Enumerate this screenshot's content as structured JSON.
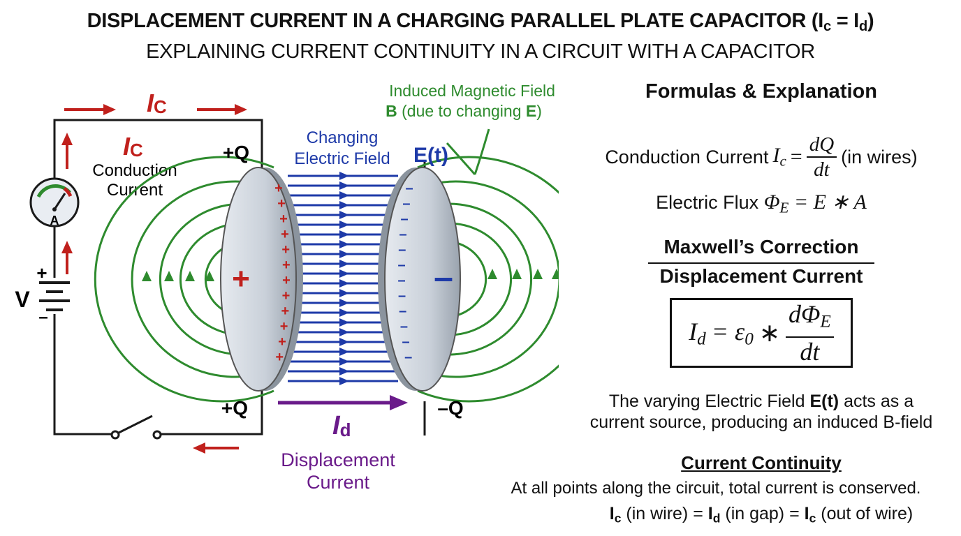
{
  "title": {
    "main": "DISPLACEMENT CURRENT IN A CHARGING PARALLEL PLATE CAPACITOR (I",
    "main_sub1": "c",
    "main_eq": " = I",
    "main_sub2": "d",
    "main_close": ")",
    "subtitle": "EXPLAINING CURRENT CONTINUITY IN A CIRCUIT WITH A CAPACITOR"
  },
  "circuit": {
    "ic_symbol": "I",
    "ic_sub": "C",
    "conduction_line1": "Conduction",
    "conduction_line2": "Current",
    "ammeter": "A",
    "battery_label": "V",
    "battery_plus": "+",
    "battery_minus": "–",
    "plus_q_top": "+Q",
    "plus_q_bottom": "+Q",
    "minus_q": "–Q",
    "efield_line1": "Changing",
    "efield_line2": "Electric Field",
    "efield_symbol": "E(t)",
    "bfield_line1": "Induced Magnetic Field",
    "bfield_line2_b": "B",
    "bfield_line2_mid": " (due to changing ",
    "bfield_line2_e": "E",
    "bfield_line2_end": ")",
    "id_symbol": "I",
    "id_sub": "d",
    "displacement_line1": "Displacement",
    "displacement_line2": "Current",
    "plate_plus": "+",
    "plate_minus": "–",
    "charge_plus": "+",
    "charge_minus": "–"
  },
  "formulas": {
    "heading": "Formulas & Explanation",
    "conduction_label": "Conduction Current",
    "conduction_lhs": "I",
    "conduction_lhs_sub": "c",
    "equals": "=",
    "conduction_num": "dQ",
    "conduction_den": "dt",
    "conduction_note": "(in wires)",
    "flux_label": "Electric Flux",
    "flux_expr": "Φ",
    "flux_sub": "E",
    "flux_rhs": "= E ∗ A",
    "maxwell_line1": "Maxwell’s Correction",
    "maxwell_line2": "Displacement Current",
    "id_lhs": "I",
    "id_lhs_sub": "d",
    "id_mid": "= ε",
    "id_mid_sub": "0",
    "id_star": "∗",
    "id_num": "dΦ",
    "id_num_sub": "E",
    "id_den": "dt",
    "varying_a": "The varying Electric Field ",
    "varying_b": "E(t)",
    "varying_c": " acts as a",
    "varying_line2": "current source, producing an induced B-field"
  },
  "continuity": {
    "heading": "Current Continuity",
    "line1": "At all points along the circuit, total current is conserved.",
    "l2_i1": "I",
    "l2_s1": "c",
    "l2_t1": " (in wire) = ",
    "l2_i2": "I",
    "l2_s2": "d",
    "l2_t2": " (in gap) = ",
    "l2_i3": "I",
    "l2_s3": "c",
    "l2_t3": " (out of wire)"
  },
  "colors": {
    "red": "#c0201c",
    "blue": "#1e3aa8",
    "green": "#2e8b2e",
    "purple": "#6a1b8a",
    "plate": "#cfd6df"
  }
}
